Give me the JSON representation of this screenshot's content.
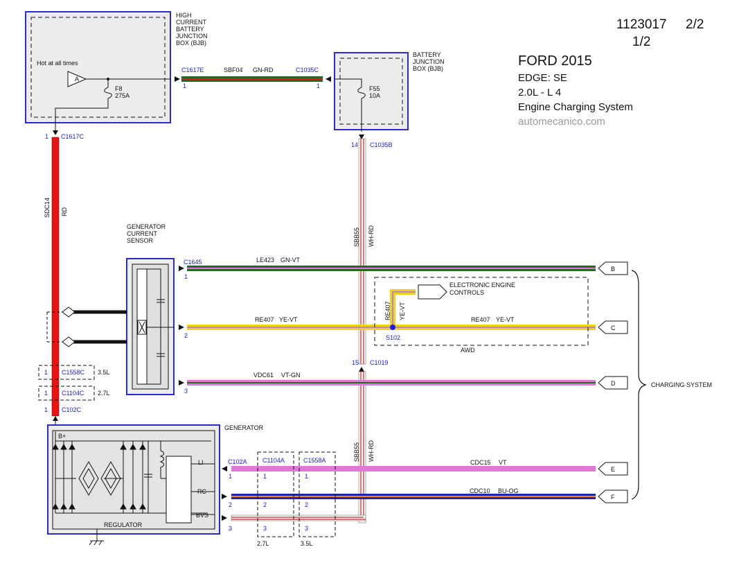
{
  "header": {
    "doc_number": "1123017",
    "page": "2/2",
    "sub_page": "1/2",
    "make_year": "FORD 2015",
    "model": "EDGE: SE",
    "engine": "2.0L - L 4",
    "system": "Engine Charging System",
    "site": "automecanico.com"
  },
  "hcbjb": {
    "title": [
      "HIGH",
      "CURRENT",
      "BATTERY",
      "JUNCTION",
      "BOX (BJB)"
    ],
    "hot_label": "Hot at all times",
    "fuse_symbol": "A",
    "fuse_name": "F8",
    "fuse_rating": "275A"
  },
  "bjb": {
    "title": [
      "BATTERY",
      "JUNCTION",
      "BOX (BJB)"
    ],
    "fuse_name": "F55",
    "fuse_rating": "10A"
  },
  "connectors": {
    "c1617e": "C1617E",
    "c1617e_pin": "1",
    "c1035c": "C1035C",
    "c1035c_pin": "1",
    "c1617c": "C1617C",
    "c1617c_pin": "1",
    "c1035b": "C1035B",
    "c1035b_pin": "14",
    "c1645": "C1645",
    "c1019": "C1019",
    "c1019_pin": "15",
    "c1558c": "C1558C",
    "c1558c_pin": "1",
    "c1558c_note": "3.5L",
    "c1104c": "C1104C",
    "c1104c_pin": "1",
    "c1104c_note": "2.7L",
    "c102c": "C102C",
    "c102c_pin": "1",
    "c102a": "C102A",
    "c1104a": "C1104A",
    "c1558a": "C1558A",
    "pin1": "1",
    "pin2": "2",
    "pin3": "3",
    "note_27": "2.7L",
    "note_35": "3.5L"
  },
  "wires": {
    "sbf04": "SBF04",
    "sbf04_color": "GN-RD",
    "sdc14": "SDC14",
    "sdc14_color": "RD",
    "sbb55": "SBB55",
    "sbb55_color": "WH-RD",
    "le423": "LE423",
    "le423_color": "GN-VT",
    "re407": "RE407",
    "re407_color": "YE-VT",
    "vdc61": "VDC61",
    "vdc61_color": "VT-GN",
    "cdc15": "CDC15",
    "cdc15_color": "VT",
    "cdc10": "CDC10",
    "cdc10_color": "BU-OG"
  },
  "sensor": {
    "title": [
      "GENERATOR",
      "CURRENT",
      "SENSOR"
    ]
  },
  "eec": {
    "title": [
      "ELECTRONIC ENGINE",
      "CONTROLS"
    ],
    "splice": "S102",
    "awd": "AWD"
  },
  "generator": {
    "title": "GENERATOR",
    "bplus": "B+",
    "regulator": "REGULATOR",
    "term_li": "LI",
    "term_rc": "RC",
    "term_bvs": "BVS"
  },
  "outputs": {
    "b": "B",
    "c": "C",
    "d": "D",
    "e": "E",
    "f": "F",
    "group_label": "CHARGING SYSTEM"
  },
  "colors": {
    "box_border": "#2b2bcc",
    "box_fill": "#ececec",
    "wire_red": "#ee1111",
    "wire_green": "#1f6b1f",
    "wire_yellow": "#f2d214",
    "wire_violet": "#e079d6",
    "wire_blue": "#2222aa",
    "wire_whrd": "#cc2222"
  }
}
